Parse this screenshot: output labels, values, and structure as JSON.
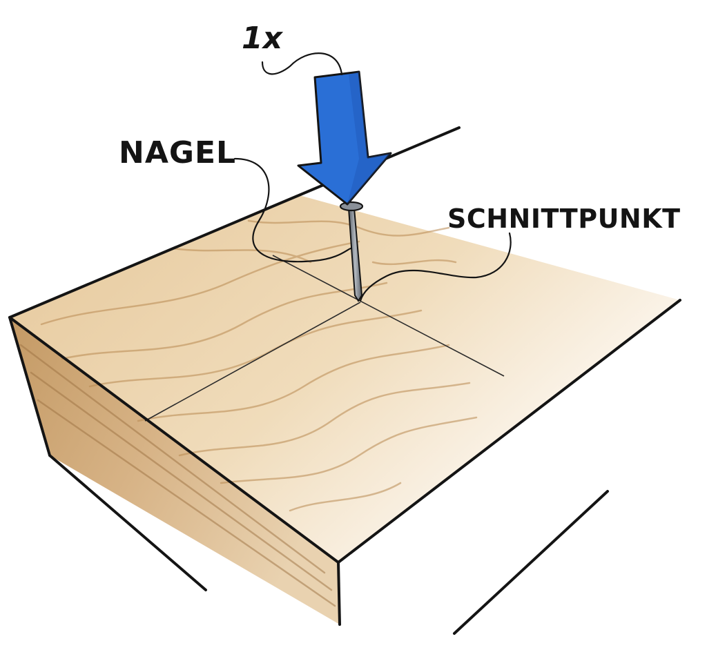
{
  "labels": {
    "count": "1x",
    "nail": "NAGEL",
    "intersection": "SCHNITTPUNKT"
  },
  "icons": {
    "arrow": "down-arrow-icon",
    "nail": "nail-icon"
  },
  "colors": {
    "arrow": "#2a6fd6",
    "arrow_dark": "#1c4fb0",
    "wood_top": "#e9cfa6",
    "wood_side": "#c89f6c",
    "ink": "#141414",
    "nail": "#7d848c"
  }
}
